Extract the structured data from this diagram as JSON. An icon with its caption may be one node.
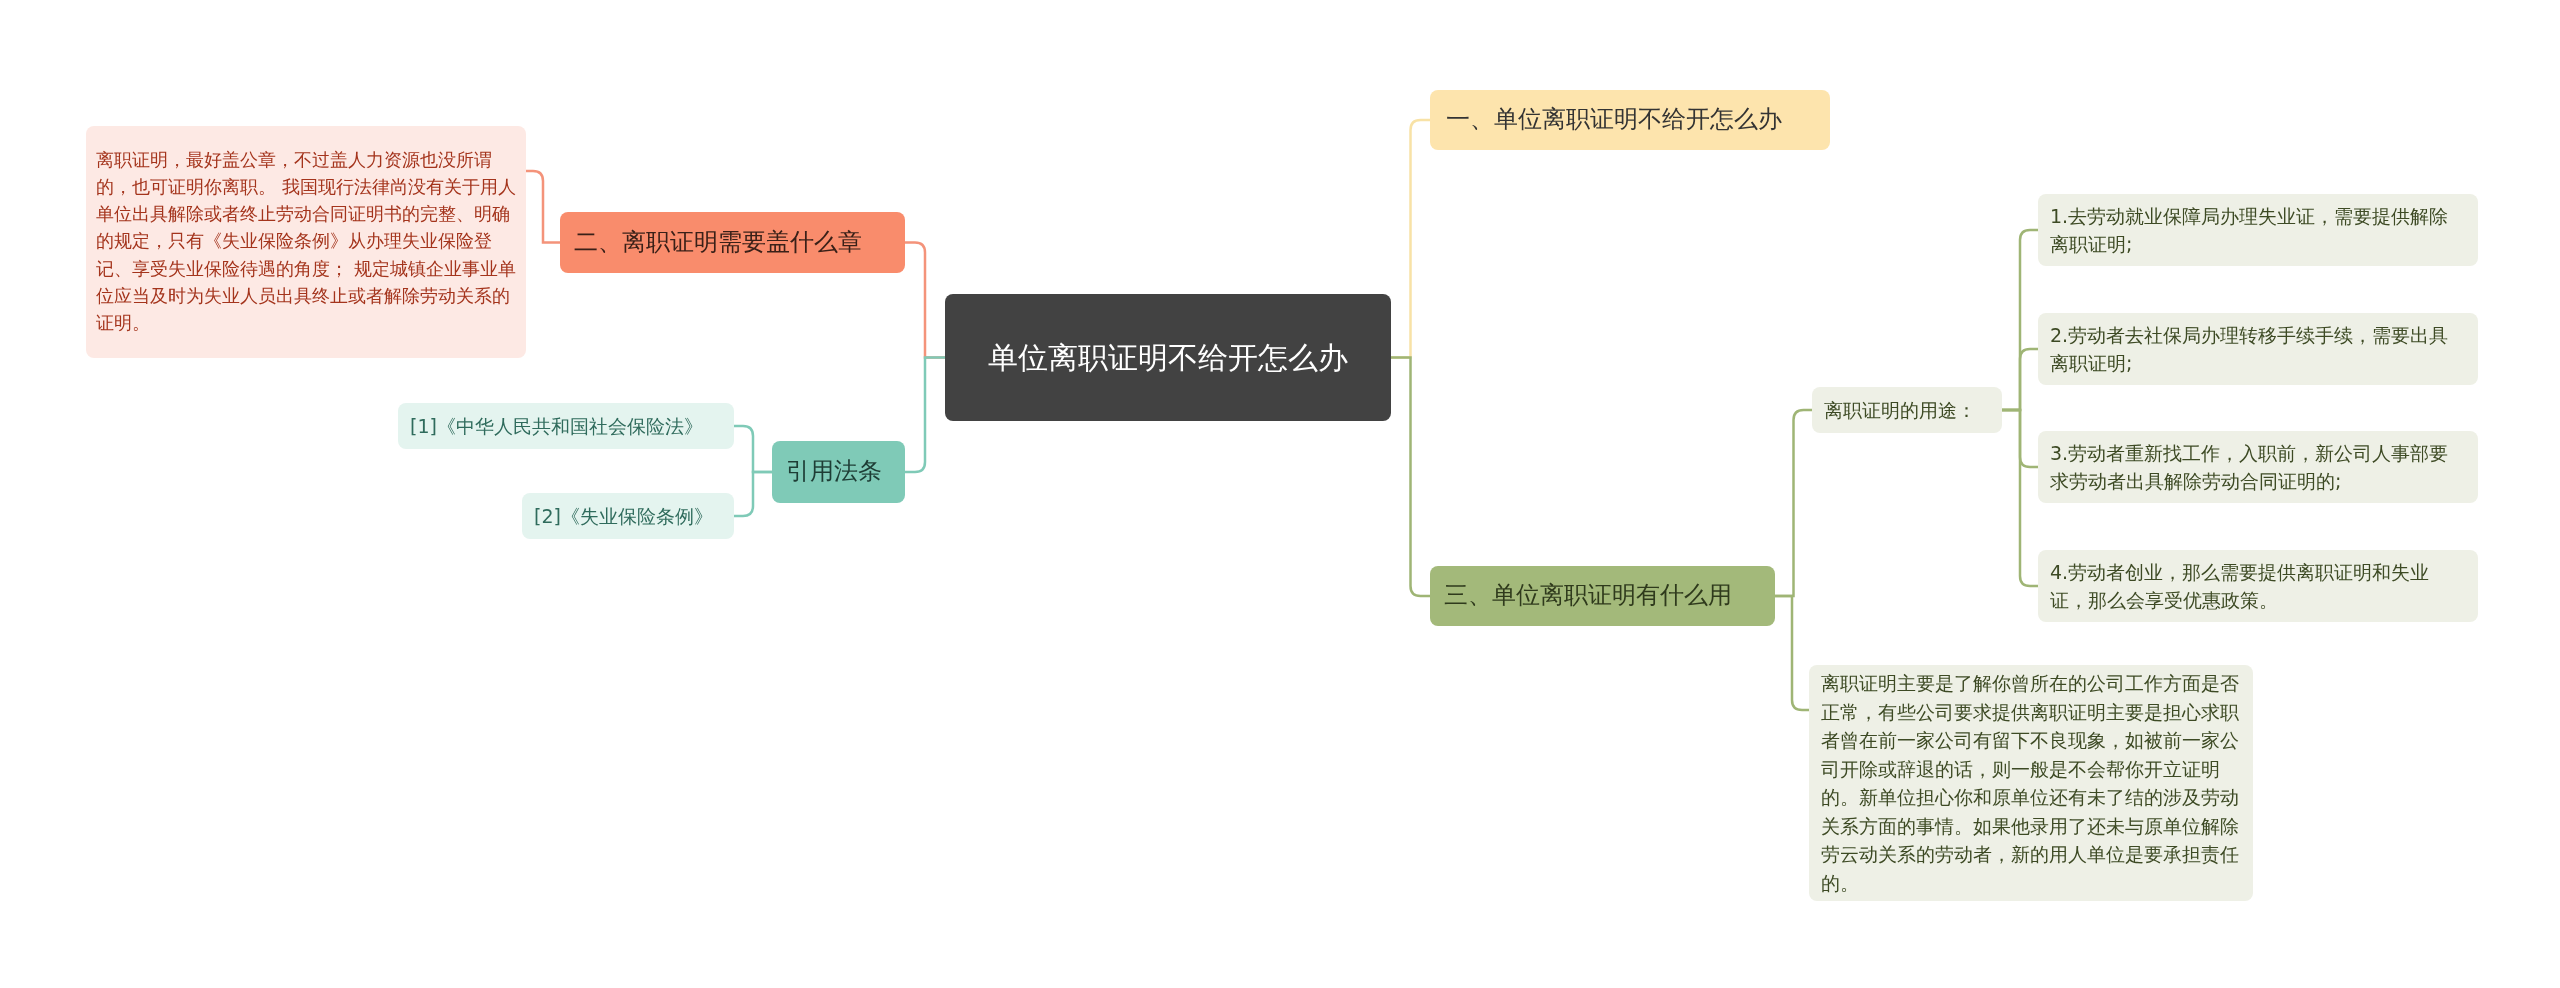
{
  "diagram": {
    "nodes": [
      {
        "text": [
          "单位离职证明不给开怎么办"
        ]
      },
      {
        "text": [
          "一、单位离职证明不给开怎么办"
        ]
      },
      {
        "text": [
          "三、单位离职证明有什么用"
        ]
      },
      {
        "text": [
          "离职证明的用途："
        ]
      },
      {
        "text": [
          "1.去劳动就业保障局办理失业证，需要提供解除离职证明;"
        ]
      },
      {
        "text": [
          "2.劳动者去社保局办理转移手续手续，需要出具离职证明;"
        ]
      },
      {
        "text": [
          "3.劳动者重新找工作，入职前，新公司人事部要求劳动者出具解除劳动合同证明的;"
        ]
      },
      {
        "text": [
          "4.劳动者创业，那么需要提供离职证明和失业证，那么会享受优惠政策。"
        ]
      },
      {
        "text": [
          "离职证明主要是了解你曾所在的公司工作方面是否正常，有些公司要求提供离职证明主要是担心求职者曾在前一家公司有留下不良现象，如被前一家公司开除或辞退的话，则一般是不会帮你开立证明的。新单位担心你和原单位还有未了结的涉及劳动关系方面的事情。如果他录用了还未与原单位解除劳云动关系的劳动者，新的用人单位是要承担责任的。"
        ]
      },
      {
        "text": [
          "二、离职证明需要盖什么章"
        ]
      },
      {
        "text": [
          "离职证明，最好盖公章，不过盖人力资源也没所谓的，也可证明你离职。 我国现行法律尚没有关于用人单位出具解除或者终止劳动合同证明书的完整、明确的规定，只有《失业保险条例》从办理失业保险登记、享受失业保险待遇的角度； 规定城镇企业事业单位应当及时为失业人员出具终止或者解除劳动关系的证明。"
        ]
      },
      {
        "text": [
          "引用法条"
        ]
      },
      {
        "text": [
          "[1]《中华人民共和国社会保险法》"
        ]
      },
      {
        "text": [
          "[2]《失业保险条例》"
        ]
      }
    ],
    "edges": [
      {
        "from": 0,
        "to": 1,
        "arrow": "none",
        "color": "#f8e2a6"
      },
      {
        "from": 0,
        "to": 2,
        "arrow": "none"
      },
      {
        "from": 2,
        "to": 3,
        "arrow": "none"
      },
      {
        "from": 3,
        "to": 4,
        "arrow": "none"
      },
      {
        "from": 3,
        "to": 5,
        "arrow": "none"
      },
      {
        "from": 3,
        "to": 6,
        "arrow": "none"
      },
      {
        "from": 3,
        "to": 7,
        "arrow": "none"
      },
      {
        "from": 2,
        "to": 8,
        "arrow": "none"
      },
      {
        "from": 0,
        "to": 9,
        "arrow": "none",
        "color": "#f4937a"
      },
      {
        "from": 9,
        "to": 10,
        "arrow": "none",
        "color": "#f4937a"
      },
      {
        "from": 0,
        "to": 11,
        "arrow": "none",
        "color": "#7fcab7"
      },
      {
        "from": 11,
        "to": 12,
        "arrow": "none",
        "color": "#7fcab7"
      },
      {
        "from": 11,
        "to": 13,
        "arrow": "none",
        "color": "#7fcab7"
      }
    ]
  }
}
